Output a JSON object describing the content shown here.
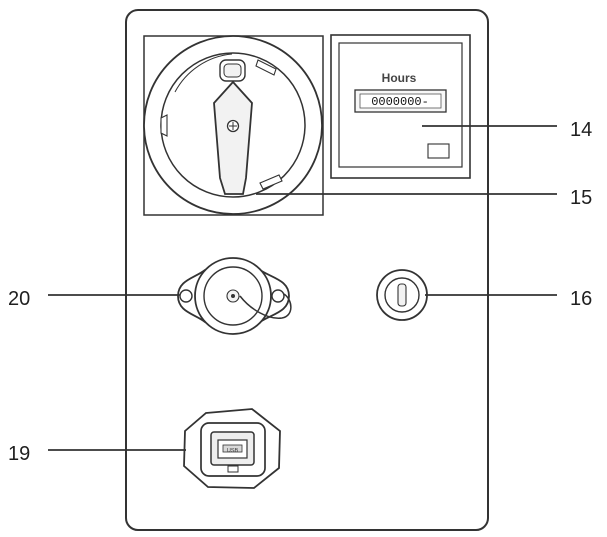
{
  "panel": {
    "callouts": {
      "hour_meter": "14",
      "main_switch": "15",
      "key_switch": "16",
      "usb_port": "19",
      "coax_connector": "20"
    },
    "hour_meter": {
      "label": "Hours",
      "reading": "0000000-"
    },
    "usb": {
      "label": "USB"
    },
    "colors": {
      "line": "#333333",
      "background": "#ffffff",
      "fill": "#f2f2f2",
      "dark_fill": "#e0e0e0"
    },
    "icons": {
      "main_switch": "rotary-switch-icon",
      "hour_meter": "hour-meter-icon",
      "coax_connector": "coax-connector-icon",
      "key_switch": "key-switch-icon",
      "usb_port": "usb-port-icon"
    }
  }
}
